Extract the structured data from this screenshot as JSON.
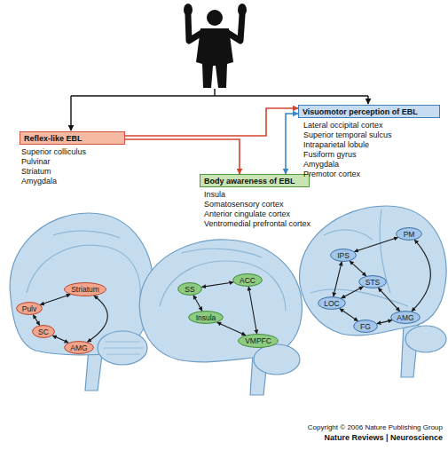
{
  "diagram": {
    "nodes": [
      {
        "text": [
          "Visuomotor perception of EBL"
        ]
      },
      {
        "text": [
          "Reflex-like EBL"
        ]
      },
      {
        "text": [
          "Body awareness of EBL"
        ]
      },
      {
        "text": [
          "Striatum"
        ]
      },
      {
        "text": [
          "Pulv"
        ]
      },
      {
        "text": [
          "SC"
        ]
      },
      {
        "text": [
          "AMG"
        ]
      },
      {
        "text": [
          "SS"
        ]
      },
      {
        "text": [
          "ACC"
        ]
      },
      {
        "text": [
          "Insula"
        ]
      },
      {
        "text": [
          "VMPFC"
        ]
      },
      {
        "text": [
          "PM"
        ]
      },
      {
        "text": [
          "IPS"
        ]
      },
      {
        "text": [
          "STS"
        ]
      },
      {
        "text": [
          "LOC"
        ]
      },
      {
        "text": [
          "AMG"
        ]
      },
      {
        "text": [
          "FG"
        ]
      }
    ],
    "edges": [
      {
        "from": 1,
        "to": 0,
        "arrow": "to"
      },
      {
        "from": 1,
        "to": 2,
        "arrow": "to"
      },
      {
        "from": 2,
        "to": 0,
        "arrow": "both"
      },
      {
        "from": 4,
        "to": 3,
        "arrow": "both"
      },
      {
        "from": 4,
        "to": 5,
        "arrow": "both"
      },
      {
        "from": 5,
        "to": 6,
        "arrow": "both"
      },
      {
        "from": 6,
        "to": 3,
        "arrow": "both"
      },
      {
        "from": 7,
        "to": 8,
        "arrow": "both"
      },
      {
        "from": 7,
        "to": 9,
        "arrow": "both"
      },
      {
        "from": 8,
        "to": 10,
        "arrow": "both"
      },
      {
        "from": 9,
        "to": 10,
        "arrow": "both"
      },
      {
        "from": 12,
        "to": 11,
        "arrow": "both"
      },
      {
        "from": 12,
        "to": 13,
        "arrow": "both"
      },
      {
        "from": 12,
        "to": 14,
        "arrow": "both"
      },
      {
        "from": 13,
        "to": 14,
        "arrow": "both"
      },
      {
        "from": 14,
        "to": 16,
        "arrow": "both"
      },
      {
        "from": 16,
        "to": 15,
        "arrow": "both"
      },
      {
        "from": 13,
        "to": 15,
        "arrow": "both"
      },
      {
        "from": 11,
        "to": 15,
        "arrow": "both"
      }
    ],
    "labels": [
      "Superior colliculus",
      "Pulvinar",
      "Striatum",
      "Amygdala",
      "Insula",
      "Somatosensory cortex",
      "Anterior cingulate cortex",
      "Ventromedial prefrontal cortex",
      "Lateral occipital cortex",
      "Superior temporal sulcus",
      "Intraparietal lobule",
      "Fusiform gyrus",
      "Amygdala",
      "Premotor cortex",
      "Copyright © 2006 Nature Publishing Group",
      "Nature Reviews | Neuroscience"
    ]
  }
}
